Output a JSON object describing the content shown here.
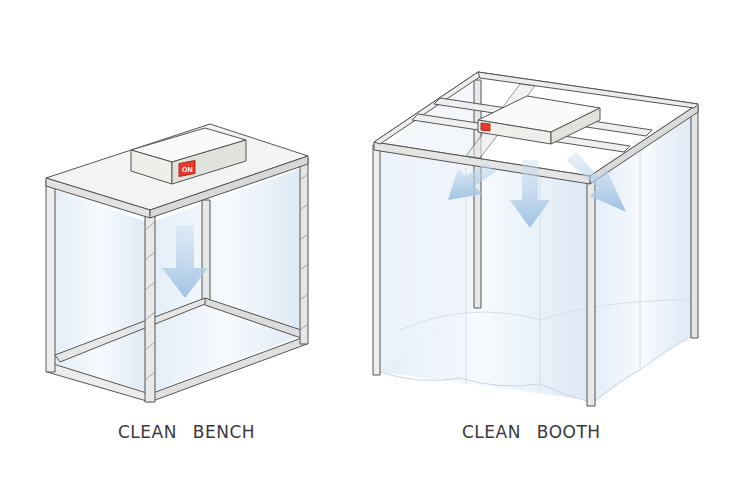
{
  "diagram": {
    "labels": [
      "ON",
      "CLEAN BENCH",
      "CLEAN BOOTH"
    ]
  }
}
